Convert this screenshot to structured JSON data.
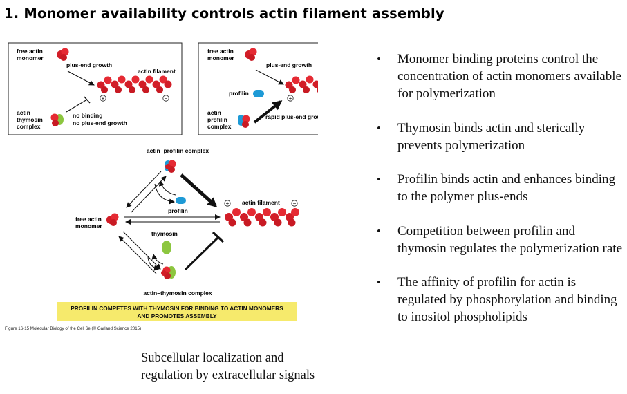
{
  "slide": {
    "title": "1. Monomer availability controls actin filament assembly"
  },
  "figure": {
    "panel_left": {
      "free_actin_line1": "free actin",
      "free_actin_line2": "monomer",
      "plus_end_growth": "plus-end growth",
      "actin_filament": "actin filament",
      "complex_line1": "actin–",
      "complex_line2": "thymosin",
      "complex_line3": "complex",
      "no_binding": "no binding",
      "no_growth": "no plus-end growth"
    },
    "panel_right": {
      "free_actin_line1": "free actin",
      "free_actin_line2": "monomer",
      "plus_end_growth": "plus-end growth",
      "profilin": "profilin",
      "complex_line1": "actin–",
      "complex_line2": "profilin",
      "complex_line3": "complex",
      "rapid_growth": "rapid plus-end growth"
    },
    "bottom": {
      "profilin_complex": "actin–profilin complex",
      "profilin": "profilin",
      "actin_filament": "actin filament",
      "free_actin_line1": "free actin",
      "free_actin_line2": "monomer",
      "thymosin": "thymosin",
      "thymosin_complex": "actin–thymosin complex"
    },
    "plus_sign": "+",
    "minus_sign": "−",
    "banner_line1": "PROFILIN COMPETES WITH THYMOSIN FOR BINDING TO ACTIN MONOMERS",
    "banner_line2": "AND PROMOTES ASSEMBLY",
    "caption": "Figure 16-15  Molecular Biology of the Cell 6e (© Garland Science 2015)",
    "colors": {
      "actin": "#e0202a",
      "profilin": "#1e9ad6",
      "thymosin": "#8cc63f",
      "banner": "#f6ea6c",
      "pointer_line": "#4a78c2"
    }
  },
  "bullets": [
    "Monomer binding proteins control the concentration of actin monomers available for polymerization",
    "Thymosin binds actin and sterically prevents polymerization",
    "Profilin binds actin and enhances binding to the polymer plus-ends",
    "Competition between profilin and thymosin regulates the polymerization rate",
    "The affinity of profilin for actin is regulated by phosphorylation and binding to inositol phospholipids"
  ],
  "note": {
    "line1": "Subcellular localization and",
    "line2": "regulation by extracellular signals"
  }
}
